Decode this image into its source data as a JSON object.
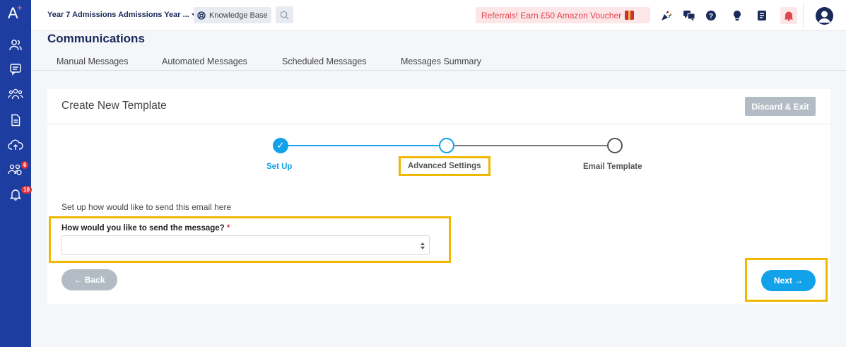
{
  "app": {
    "logo_text": "A",
    "logo_mark": "+"
  },
  "sidebar": {
    "items": [
      {
        "icon": "users-icon"
      },
      {
        "icon": "chat-icon"
      },
      {
        "icon": "group-icon"
      },
      {
        "icon": "document-icon"
      },
      {
        "icon": "cloud-upload-icon"
      },
      {
        "icon": "applicants-icon",
        "badge": "6"
      },
      {
        "icon": "bell-icon",
        "badge": "10"
      }
    ]
  },
  "topbar": {
    "year_select": "Year 7 Admissions Admissions Year ...",
    "knowledge_base": "Knowledge Base",
    "referral": "Referrals! Earn £50 Amazon Voucher"
  },
  "page": {
    "title": "Communications",
    "tabs": [
      "Manual Messages",
      "Automated Messages",
      "Scheduled Messages",
      "Messages Summary"
    ]
  },
  "card": {
    "title": "Create New Template",
    "discard_label": "Discard & Exit",
    "steps": [
      {
        "label": "Set Up",
        "state": "done",
        "check": "✓"
      },
      {
        "label": "Advanced Settings",
        "state": "active"
      },
      {
        "label": "Email Template",
        "state": "pending"
      }
    ],
    "instruction": "Set up how would like to send this email here",
    "field": {
      "label": "How would you like to send the message?",
      "required_mark": "*",
      "value": ""
    },
    "back_label": "← Back",
    "next_label": "Next →"
  },
  "colors": {
    "sidebar": "#1d3ea0",
    "accent": "#11a2ea",
    "highlight": "#f0b800",
    "referral_text": "#e0444f",
    "muted_button": "#b3bcc5"
  }
}
